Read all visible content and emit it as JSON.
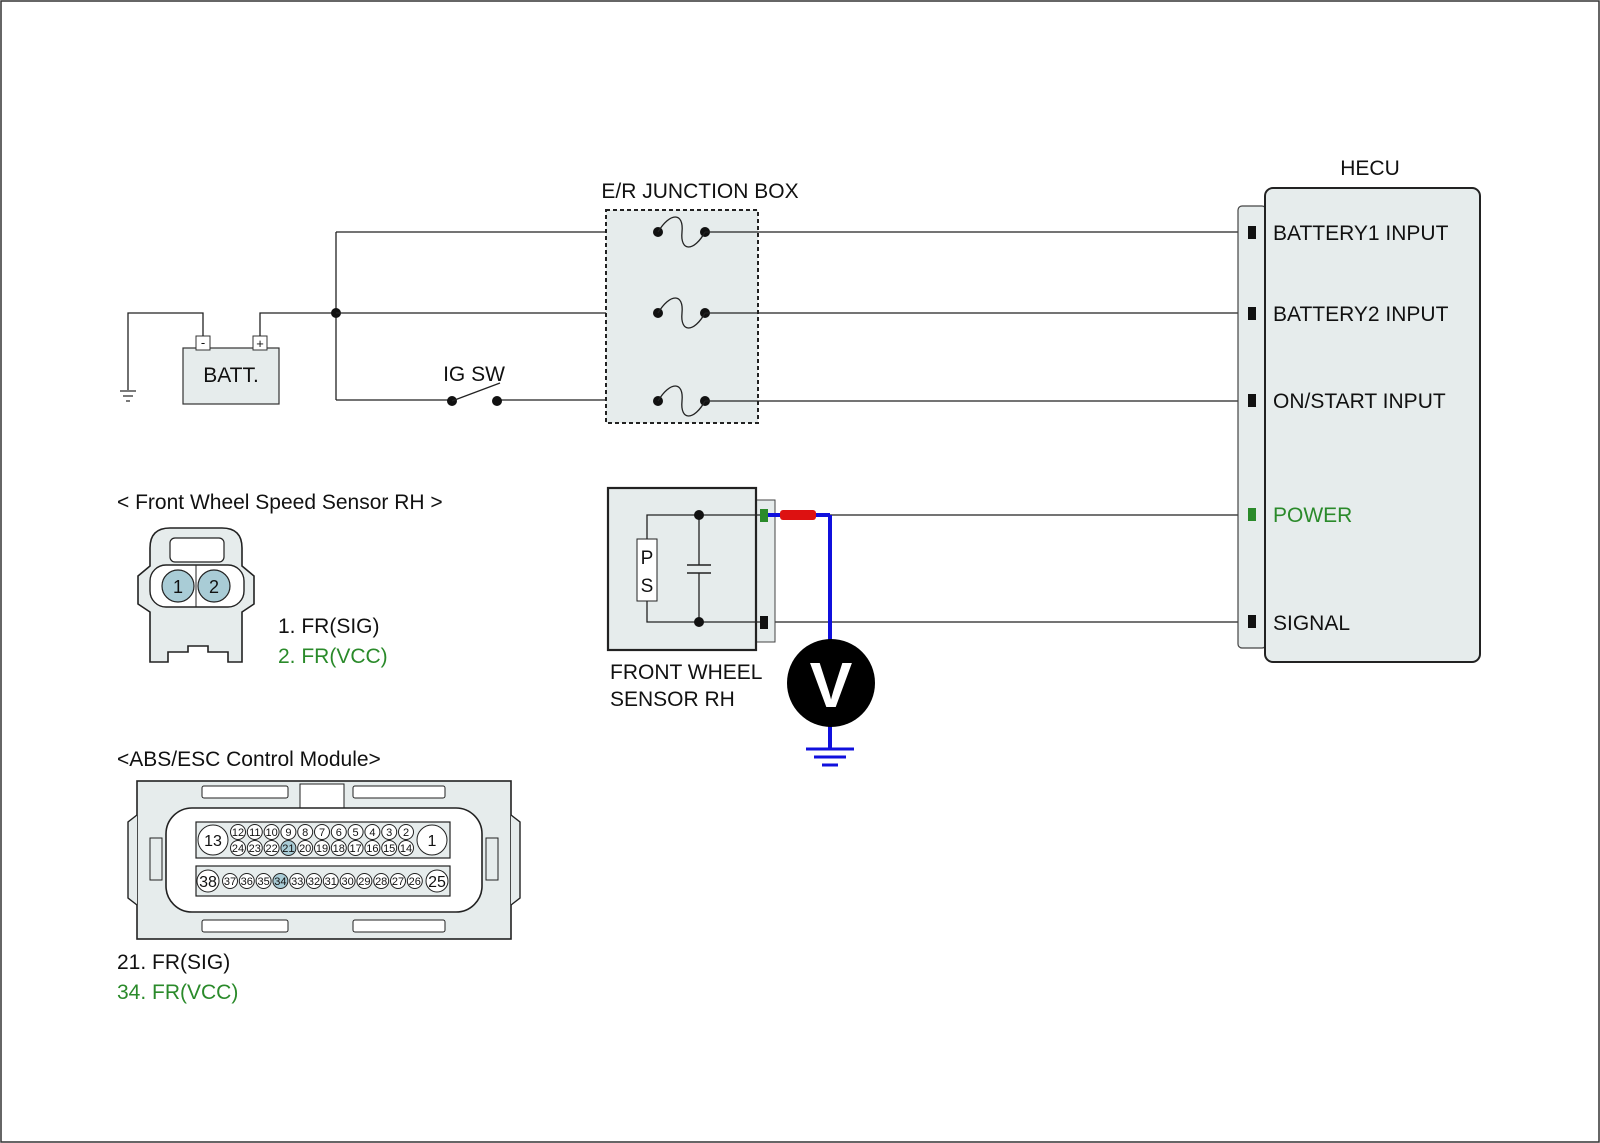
{
  "battery": {
    "label": "BATT.",
    "neg": "-",
    "pos": "+"
  },
  "junction_box": {
    "title": "E/R JUNCTION BOX"
  },
  "ig_switch": {
    "label": "IG SW"
  },
  "hecu": {
    "title": "HECU",
    "pins": [
      "BATTERY1 INPUT",
      "BATTERY2 INPUT",
      "ON/START INPUT",
      "POWER",
      "SIGNAL"
    ]
  },
  "sensor": {
    "line1": "FRONT WHEEL",
    "line2": "SENSOR RH",
    "p": "P",
    "s": "S"
  },
  "voltmeter": {
    "label": "V"
  },
  "wss_connector": {
    "title": "< Front Wheel Speed Sensor RH >",
    "pin1": "1",
    "pin2": "2",
    "legend1": "1. FR(SIG)",
    "legend2": "2. FR(VCC)"
  },
  "abs_connector": {
    "title": "<ABS/ESC Control Module>",
    "row1": [
      "13",
      "12",
      "11",
      "10",
      "9",
      "8",
      "7",
      "6",
      "5",
      "4",
      "3",
      "2",
      "1"
    ],
    "row2": [
      "24",
      "23",
      "22",
      "21",
      "20",
      "19",
      "18",
      "17",
      "16",
      "15",
      "14"
    ],
    "row3": [
      "38",
      "37",
      "36",
      "35",
      "34",
      "33",
      "32",
      "31",
      "30",
      "29",
      "28",
      "27",
      "26",
      "25"
    ],
    "legend1": "21. FR(SIG)",
    "legend2": "34. FR(VCC)"
  },
  "colors": {
    "panel": "#e6ecec",
    "pin_highlight": "#a9ccd6",
    "green": "#2a8a2a",
    "blue_probe": "#1010dd",
    "red_probe": "#dd1111"
  }
}
